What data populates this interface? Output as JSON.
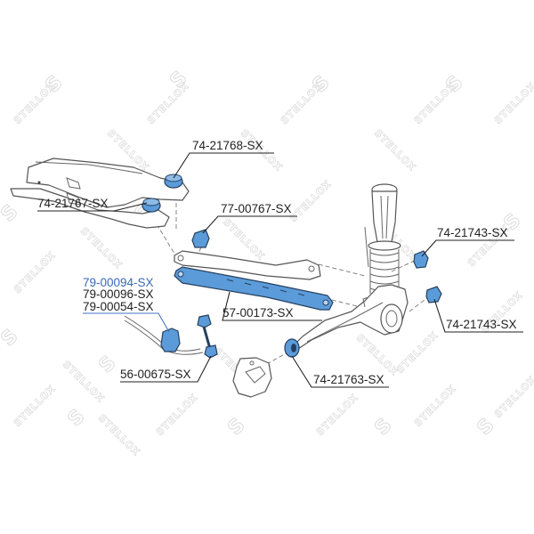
{
  "diagram": {
    "type": "exploded-parts-diagram",
    "subject": "Rear suspension",
    "watermark": "STELLOX",
    "highlight_color": "#5b9bd9",
    "label_color": "#222222",
    "selected_label_color": "#3a68b8",
    "callouts": [
      {
        "id": "c1",
        "part_number": "74-21768-SX",
        "component": "subframe bushing (upper)",
        "selected": false
      },
      {
        "id": "c2",
        "part_number": "74-21767-SX",
        "component": "subframe bushing (lower)",
        "selected": false
      },
      {
        "id": "c3",
        "part_number": "77-00767-SX",
        "component": "trailing arm bushing",
        "selected": false
      },
      {
        "id": "c4",
        "part_number": "74-21743-SX",
        "component": "knuckle bushing (upper)",
        "selected": false
      },
      {
        "id": "c5",
        "part_number": "74-21743-SX",
        "component": "knuckle bushing (lower)",
        "selected": false
      },
      {
        "id": "c6",
        "part_number": "79-00094-SX",
        "component": "stabilizer bar bushing",
        "selected": true
      },
      {
        "id": "c7",
        "part_number": "79-00096-SX",
        "component": "stabilizer bar bushing",
        "selected": false
      },
      {
        "id": "c8",
        "part_number": "79-00054-SX",
        "component": "stabilizer bar bushing",
        "selected": false
      },
      {
        "id": "c9",
        "part_number": "57-00173-SX",
        "component": "lateral control arm",
        "selected": false
      },
      {
        "id": "c10",
        "part_number": "56-00675-SX",
        "component": "stabilizer link",
        "selected": false
      },
      {
        "id": "c11",
        "part_number": "74-21763-SX",
        "component": "trailing arm front bushing",
        "selected": false
      }
    ]
  }
}
